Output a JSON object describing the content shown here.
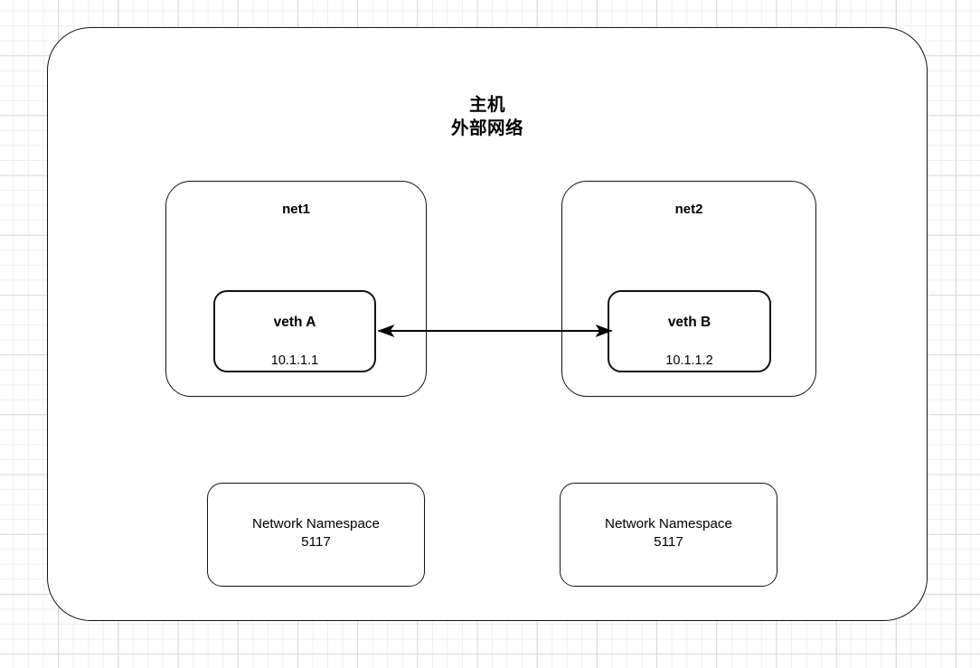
{
  "diagram": {
    "host": {
      "title_line1": "主机",
      "title_line2": "外部网络"
    },
    "networks": [
      {
        "name": "net1",
        "interface_name": "veth A",
        "interface_ip": "10.1.1.1",
        "namespace_line1": "Network Namespace",
        "namespace_line2": "5117"
      },
      {
        "name": "net2",
        "interface_name": "veth B",
        "interface_ip": "10.1.1.2",
        "namespace_line1": "Network Namespace",
        "namespace_line2": "5117"
      }
    ],
    "connector": {
      "style": "double-headed-arrow",
      "from": "veth A",
      "to": "veth B",
      "color": "#000000"
    },
    "colors": {
      "stroke": "#131313",
      "fill": "#ffffff",
      "text": "#000000",
      "grid_major": "#d7d7d7",
      "grid_minor": "#f0f0f0"
    }
  }
}
